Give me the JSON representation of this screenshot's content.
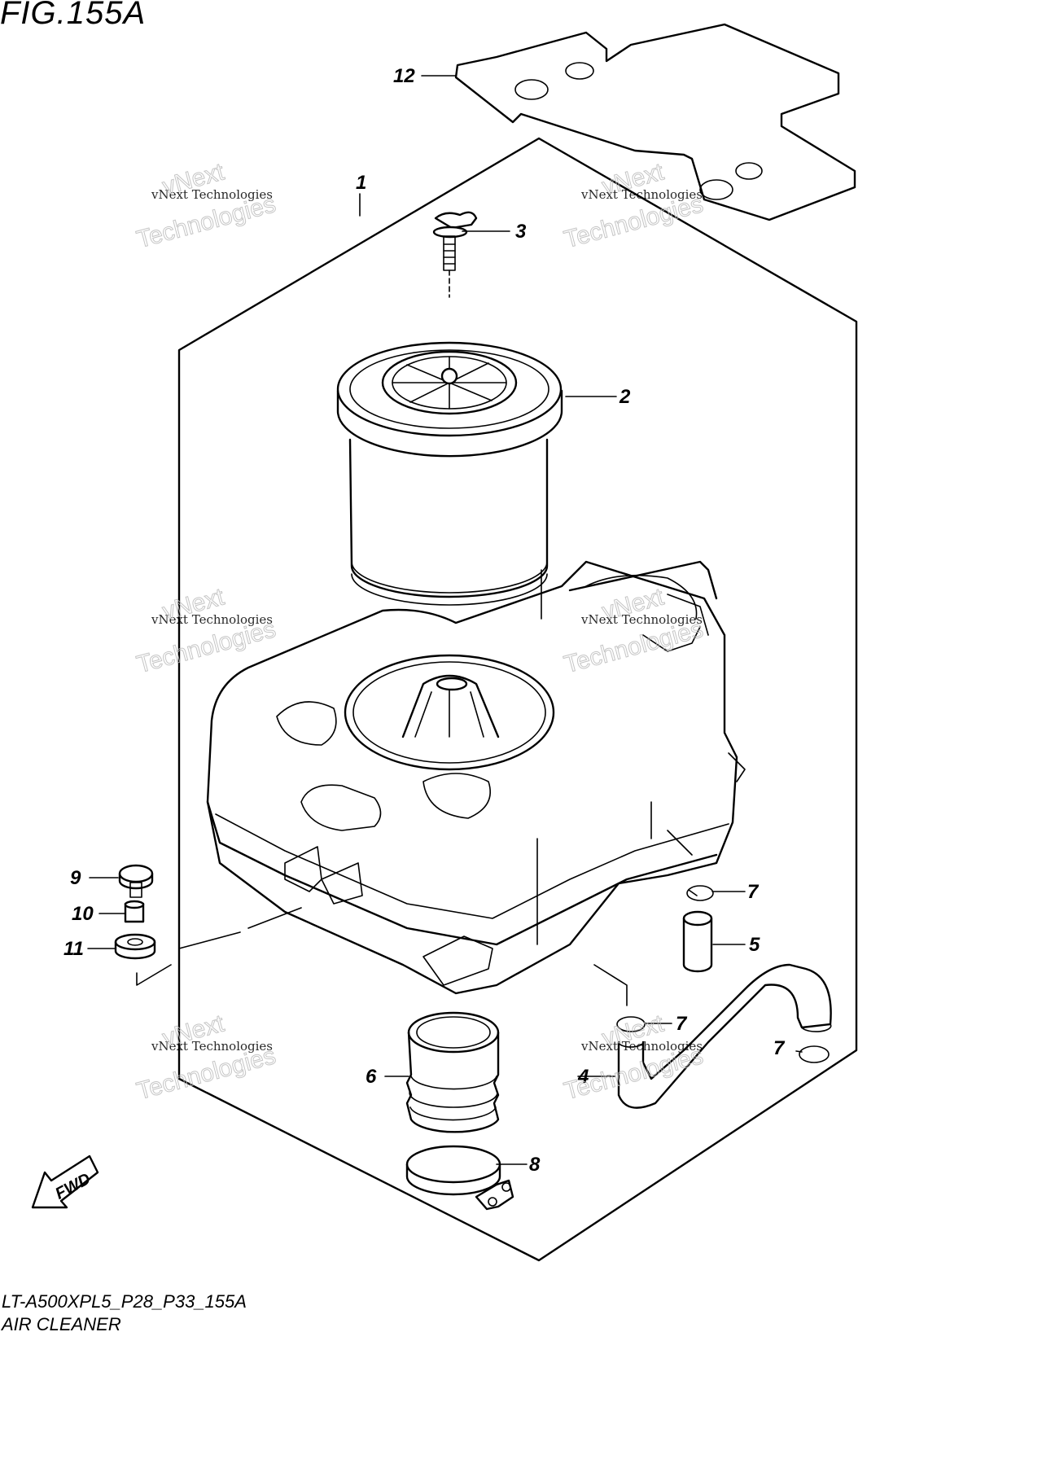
{
  "figure": {
    "title": "FIG.155A",
    "code": "LT-A500XPL5_P28_P33_155A",
    "name": "AIR CLEANER"
  },
  "watermark": {
    "line": "vNext Technologies",
    "big_a": "vNext",
    "big_b": "Technologies"
  },
  "fwd_label": "FWD",
  "callouts": [
    "1",
    "2",
    "3",
    "4",
    "5",
    "6",
    "7",
    "7",
    "7",
    "8",
    "9",
    "10",
    "11",
    "12"
  ]
}
